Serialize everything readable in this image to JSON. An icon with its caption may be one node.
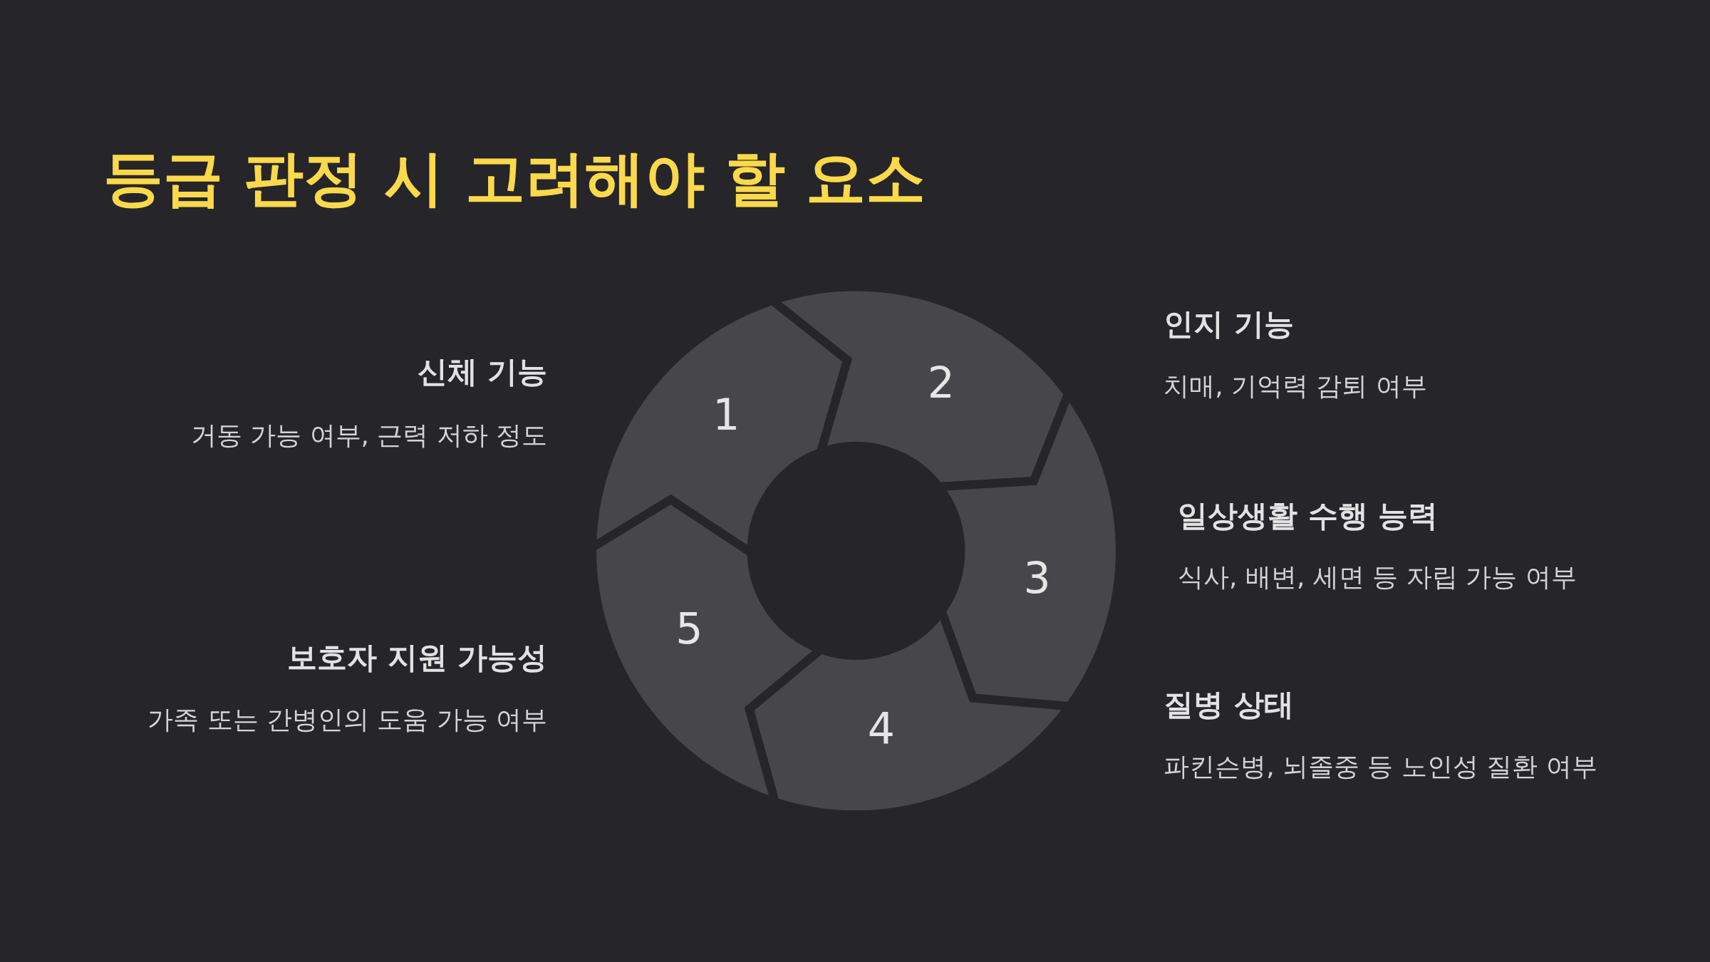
{
  "diagram": {
    "title": "등급 판정 시 고려해야 할 요소",
    "nodes": [
      {
        "text": [
          "1"
        ]
      },
      {
        "text": [
          "2"
        ]
      },
      {
        "text": [
          "3"
        ]
      },
      {
        "text": [
          "4"
        ]
      },
      {
        "text": [
          "5"
        ]
      }
    ],
    "labels": [
      "신체 기능",
      "거동 가능 여부, 근력 저하 정도",
      "인지 기능",
      "치매, 기억력 감퇴 여부",
      "일상생활 수행 능력",
      "식사, 배변, 세면 등 자립 가능 여부",
      "질병 상태",
      "파킨슨병, 뇌졸중 등 노인성 질환 여부",
      "보호자 지원 가능성",
      "가족 또는 간병인의 도움 가능 여부"
    ]
  }
}
